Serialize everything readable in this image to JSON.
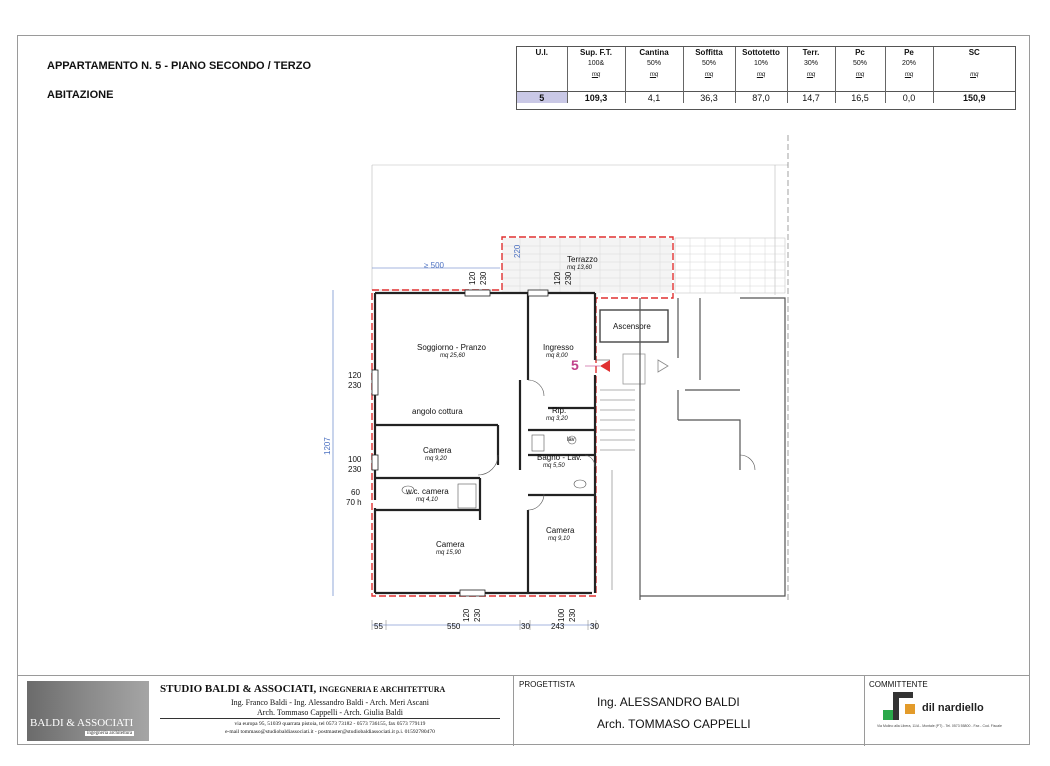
{
  "header": {
    "title": "APPARTAMENTO N. 5 - PIANO SECONDO / TERZO",
    "subtitle": "ABITAZIONE"
  },
  "summary_table": {
    "columns": [
      {
        "head": "U.I.",
        "pct": "",
        "unit": ""
      },
      {
        "head": "Sup. F.T.",
        "pct": "100&",
        "unit": "mq"
      },
      {
        "head": "Cantina",
        "pct": "50%",
        "unit": "mq"
      },
      {
        "head": "Soffitta",
        "pct": "50%",
        "unit": "mq"
      },
      {
        "head": "Sottotetto",
        "pct": "10%",
        "unit": "mq"
      },
      {
        "head": "Terr.",
        "pct": "30%",
        "unit": "mq"
      },
      {
        "head": "Pc",
        "pct": "50%",
        "unit": "mq"
      },
      {
        "head": "Pe",
        "pct": "20%",
        "unit": "mq"
      },
      {
        "head": "SC",
        "pct": "",
        "unit": "mq"
      }
    ],
    "values": [
      "5",
      "109,3",
      "4,1",
      "36,3",
      "87,0",
      "14,7",
      "16,5",
      "0,0",
      "150,9"
    ]
  },
  "plan": {
    "rooms": {
      "terrazzo": "Terrazzo",
      "terrazzo_area": "mq 13,60",
      "soggiorno": "Soggiorno - Pranzo",
      "soggiorno_area": "mq 25,60",
      "ingresso": "Ingresso",
      "ingresso_area": "mq 8,00",
      "ascensore": "Ascensore",
      "angolo": "angolo cottura",
      "rip": "Rip.",
      "rip_area": "mq 3,20",
      "camera1": "Camera",
      "camera1_area": "mq 9,20",
      "bagno": "Bagno - Lav.",
      "bagno_area": "mq 5,50",
      "wc": "w.c. camera",
      "wc_area": "mq 4,10",
      "camera2": "Camera",
      "camera2_area": "mq 15,90",
      "camera3": "Camera",
      "camera3_area": "mq 9,10",
      "lavatrice": "lav"
    },
    "unit_number": "5",
    "dimensions": {
      "ge500": "≥ 500",
      "d220": "220",
      "d120_top1": "120",
      "d230_top1": "230",
      "d120_top2": "120",
      "d230_top2": "230",
      "d120_left": "120",
      "d230_left": "230",
      "d1207": "1207",
      "d100_left": "100",
      "d230_left2": "230",
      "d60": "60",
      "d70h": "70 h",
      "d120_bot": "120",
      "d230_bot": "230",
      "d100_bot": "100",
      "d230_bot2": "230",
      "b55": "55",
      "b550": "550",
      "b30a": "30",
      "b243": "243",
      "b30b": "30"
    }
  },
  "footer": {
    "logo_text": "BALDI & ASSOCIATI",
    "logo_sub": "ingegneria architettura",
    "studio_name": "STUDIO BALDI & ASSOCIATI,",
    "studio_name_tail": "INGEGNERIA E ARCHITETTURA",
    "studio_line1": "Ing. Franco Baldi - Ing. Alessandro Baldi - Arch. Meri Ascani",
    "studio_line2": "Arch. Tommaso Cappelli - Arch. Giulia Baldi",
    "studio_small1": "via europa 95,  51039 quarrata pistoia, tel 0573 73182 - 0573 736155, fax 0573 779119",
    "studio_small2": "e-mail tommaso@studiobaldiassociati.it - postmaster@studiobaldiassociati.it    p.i. 01592780470",
    "progettista_label": "PROGETTISTA",
    "designer1": "Ing. ALESSANDRO BALDI",
    "designer2": "Arch. TOMMASO CAPPELLI",
    "committente_label": "COMMITTENTE",
    "client_name": "dil nardiello",
    "client_small": "Via Mulino alla Libera, 11/A - Montale (PT) - Tel. 0573 55800 - Fax - Cod. Fiscale"
  }
}
